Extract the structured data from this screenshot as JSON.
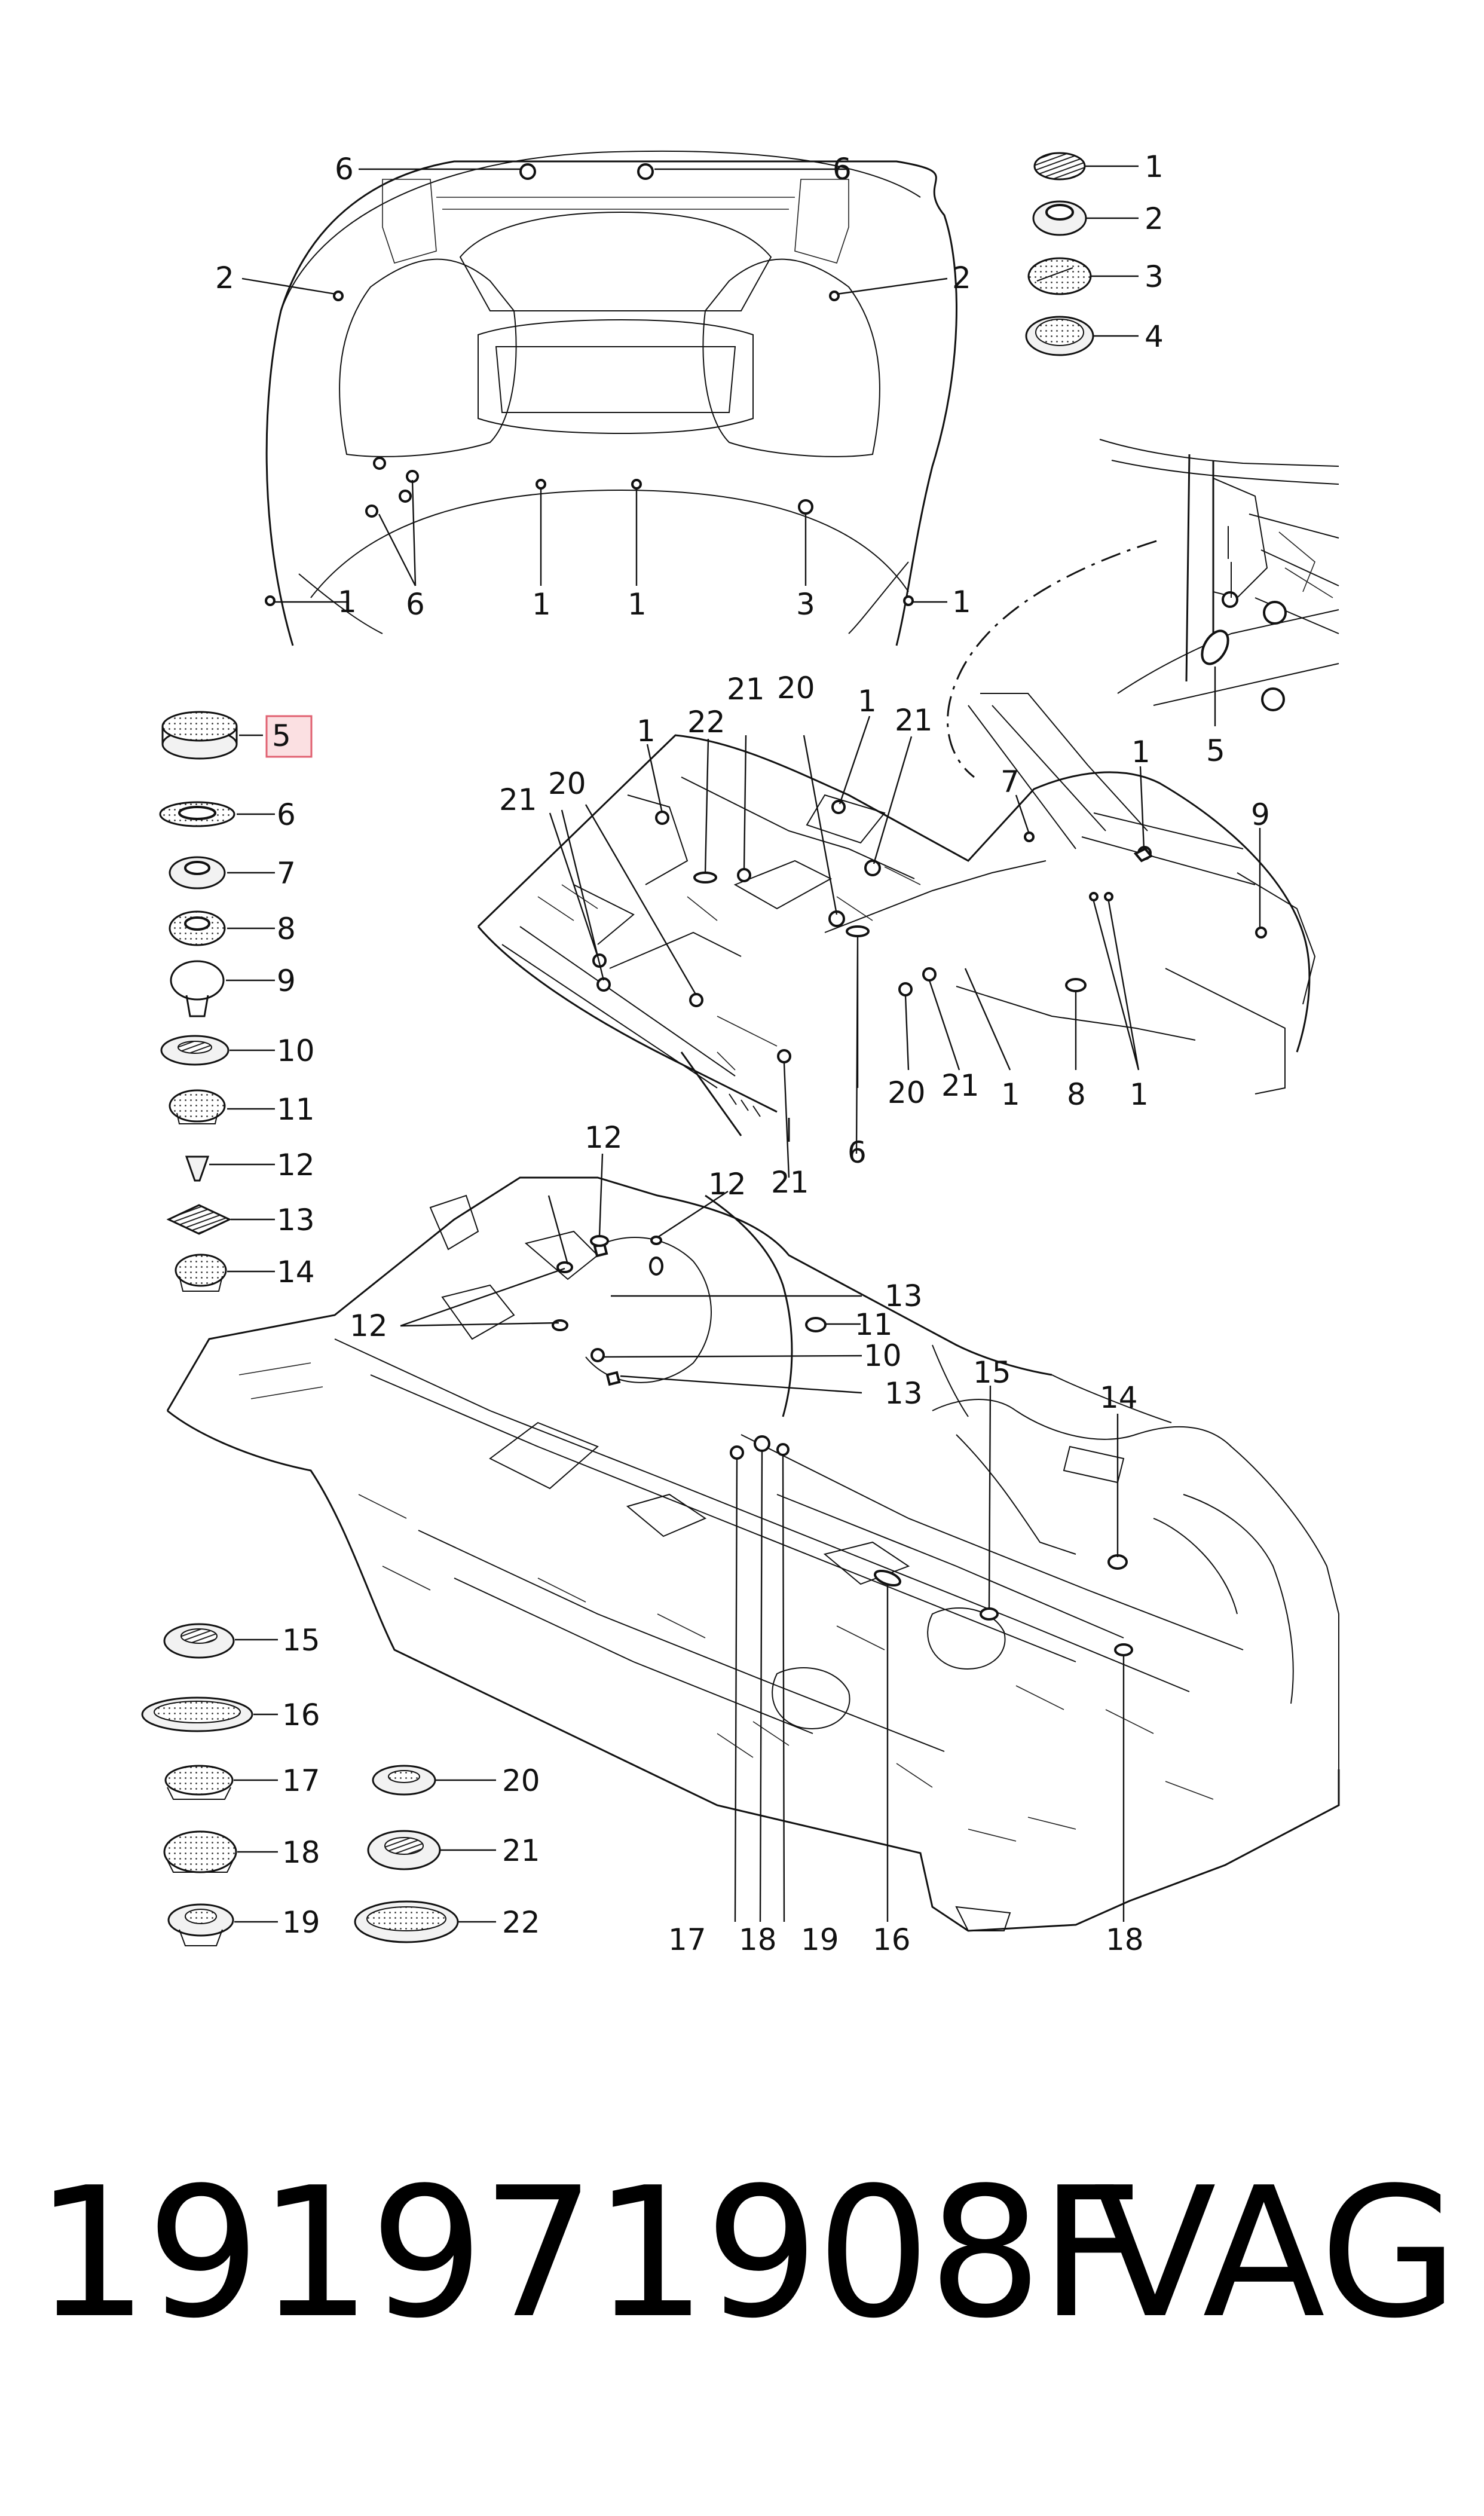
{
  "callouts": {
    "hood": [
      "6",
      "6",
      "2",
      "2",
      "1",
      "6",
      "1",
      "1",
      "3",
      "1"
    ],
    "legend_top": [
      "1",
      "2",
      "3",
      "4"
    ],
    "inset": [
      "5"
    ],
    "legend_left": [
      "5",
      "6",
      "7",
      "8",
      "9",
      "10",
      "11",
      "12",
      "13",
      "14"
    ],
    "middle_floor": [
      "22",
      "21",
      "20",
      "1",
      "21",
      "1",
      "21",
      "20",
      "7",
      "1",
      "9",
      "21",
      "6",
      "20",
      "21",
      "1",
      "8",
      "1"
    ],
    "lower_body": [
      "12",
      "12",
      "12",
      "13",
      "11",
      "10",
      "13",
      "15",
      "14",
      "17",
      "18",
      "19",
      "16",
      "18"
    ],
    "legend_bottom": [
      "15",
      "16",
      "17",
      "18",
      "19",
      "20",
      "21",
      "22"
    ]
  },
  "highlight_color": "#f4a6ad",
  "footer": {
    "part_number": "191971908F",
    "brand": "VAG"
  }
}
